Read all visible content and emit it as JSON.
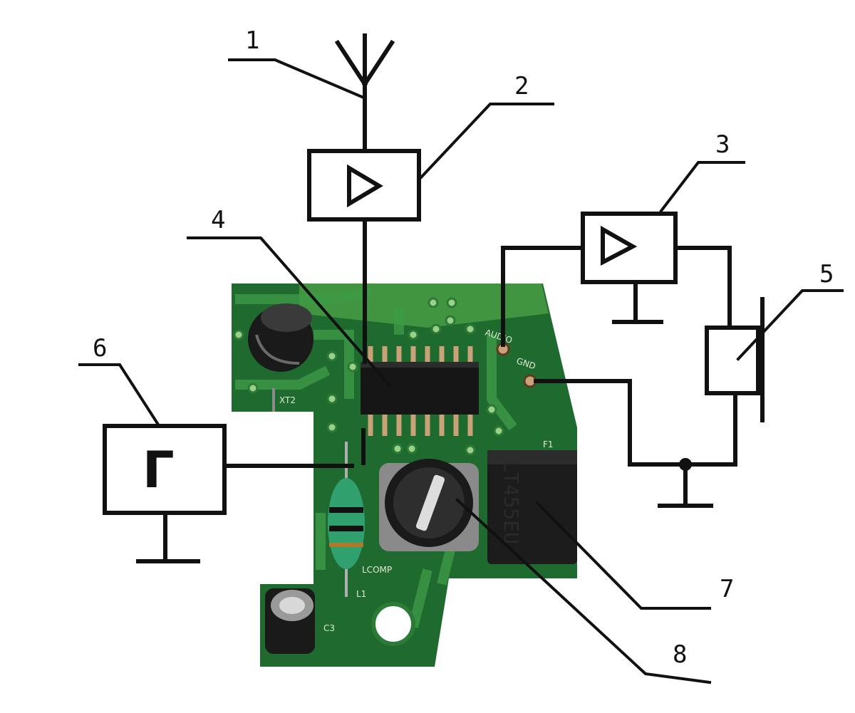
{
  "callouts": [
    {
      "id": "1",
      "label": "1",
      "refers_to": "antenna"
    },
    {
      "id": "2",
      "label": "2",
      "refers_to": "rf-amplifier"
    },
    {
      "id": "3",
      "label": "3",
      "refers_to": "audio-amplifier"
    },
    {
      "id": "4",
      "label": "4",
      "refers_to": "integrated-circuit"
    },
    {
      "id": "5",
      "label": "5",
      "refers_to": "loudspeaker"
    },
    {
      "id": "6",
      "label": "6",
      "refers_to": "generator"
    },
    {
      "id": "7",
      "label": "7",
      "refers_to": "ceramic-filter"
    },
    {
      "id": "8",
      "label": "8",
      "refers_to": "variable-coil"
    }
  ],
  "blocks": {
    "generator_symbol": "Г"
  },
  "board": {
    "silkscreen": {
      "audio": "AUDIO",
      "gnd": "GND",
      "xt2": "XT2",
      "lcomp": "LCOMP",
      "l1": "L1",
      "c3": "C3",
      "f1": "F1"
    },
    "filter_marking": "LT455EU",
    "colors": {
      "pcb": "#1f6b2f",
      "pcb_trace": "#3e9a47",
      "solder": "#c9a27a",
      "line": "#111111"
    }
  }
}
